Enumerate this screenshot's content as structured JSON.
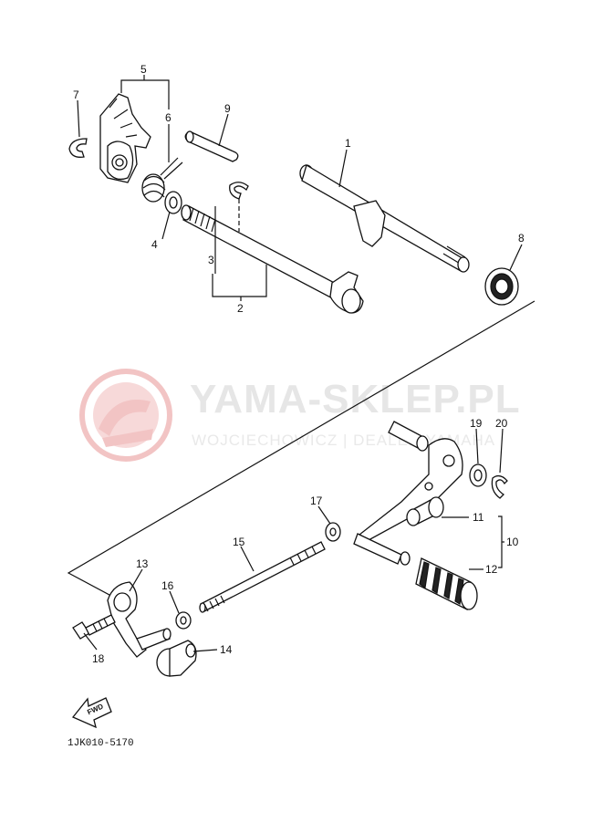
{
  "watermark": {
    "brand": "YAMA-SKLEP.PL",
    "tagline": "WOJCIECHOWICZ | DEALER YAMAHA"
  },
  "fwd_label": "FWD",
  "diagram_code": "1JK010-5170",
  "callouts": [
    {
      "id": "c1",
      "label": "1"
    },
    {
      "id": "c2",
      "label": "2"
    },
    {
      "id": "c3",
      "label": "3"
    },
    {
      "id": "c4",
      "label": "4"
    },
    {
      "id": "c5",
      "label": "5"
    },
    {
      "id": "c6",
      "label": "6"
    },
    {
      "id": "c7",
      "label": "7"
    },
    {
      "id": "c8",
      "label": "8"
    },
    {
      "id": "c9",
      "label": "9"
    },
    {
      "id": "c10",
      "label": "10"
    },
    {
      "id": "c11",
      "label": "11"
    },
    {
      "id": "c12",
      "label": "12"
    },
    {
      "id": "c13",
      "label": "13"
    },
    {
      "id": "c14",
      "label": "14"
    },
    {
      "id": "c15",
      "label": "15"
    },
    {
      "id": "c16",
      "label": "16"
    },
    {
      "id": "c17",
      "label": "17"
    },
    {
      "id": "c18",
      "label": "18"
    },
    {
      "id": "c19",
      "label": "19"
    },
    {
      "id": "c20",
      "label": "20"
    }
  ],
  "colors": {
    "ink": "#111111",
    "watermark_red": "#f2c4c4",
    "watermark_gray": "#e6e6e6"
  }
}
